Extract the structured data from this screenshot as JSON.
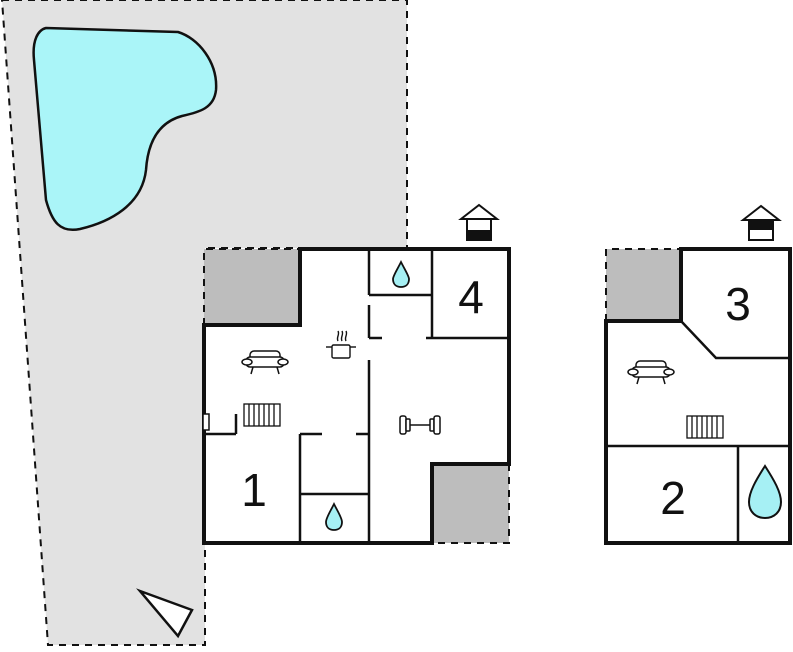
{
  "rooms": {
    "bedroom_1": "1",
    "bedroom_2": "2",
    "bedroom_3": "3",
    "bedroom_4": "4"
  },
  "colors": {
    "garden": "#e2e2e2",
    "terrace": "#bdbdbd",
    "pool": "#aaf5f8",
    "water": "#a6f0f4",
    "wall": "#111111",
    "floor": "#ffffff"
  },
  "icons": {
    "pool": "pool-icon",
    "compass": "north-arrow-icon",
    "floor_marker": "floor-level-icon",
    "sofa": "sofa-icon",
    "kitchen": "cooking-pot-icon",
    "heater": "radiator-icon",
    "gym": "dumbbell-icon",
    "bathroom": "water-drop-icon"
  }
}
